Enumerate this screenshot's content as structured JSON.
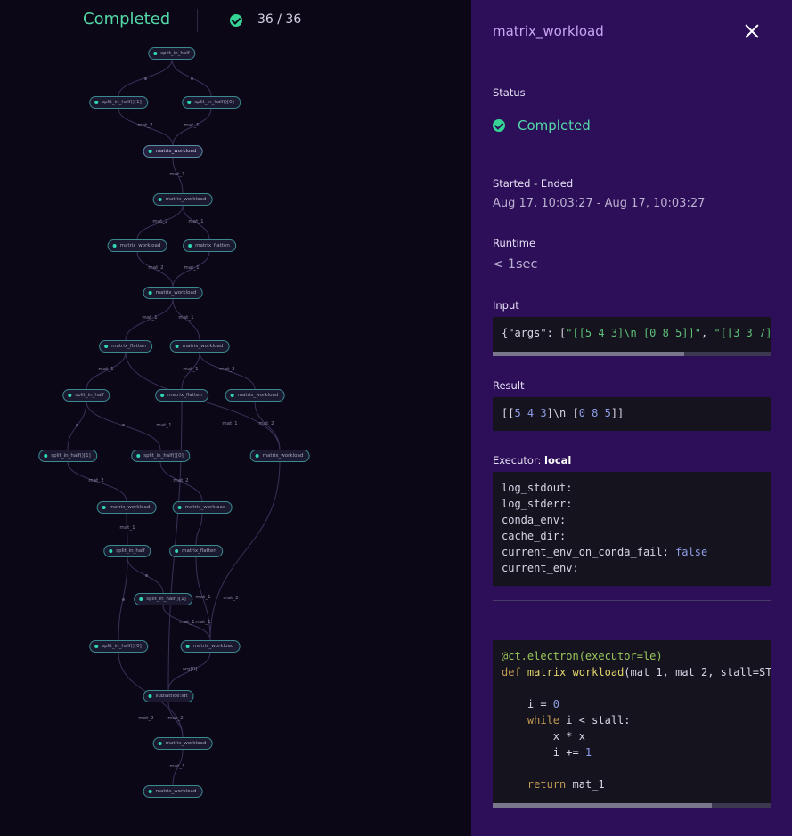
{
  "topbar": {
    "status": "Completed",
    "count": "36 / 36"
  },
  "graph": {
    "nodes": [
      {
        "id": "n1",
        "label": "split_in_half"
      },
      {
        "id": "n2",
        "label": "split_in_half()[1]"
      },
      {
        "id": "n3",
        "label": "split_in_half()[0]"
      },
      {
        "id": "n4",
        "label": "matrix_workload"
      },
      {
        "id": "n5",
        "label": "matrix_workload"
      },
      {
        "id": "n6",
        "label": "matrix_workload"
      },
      {
        "id": "n7",
        "label": "matrix_flatten"
      },
      {
        "id": "n8",
        "label": "matrix_workload"
      },
      {
        "id": "n9",
        "label": "matrix_flatten"
      },
      {
        "id": "n10",
        "label": "matrix_workload"
      },
      {
        "id": "n11",
        "label": "split_in_half"
      },
      {
        "id": "n12",
        "label": "matrix_flatten"
      },
      {
        "id": "n13",
        "label": "matrix_workload"
      },
      {
        "id": "n14",
        "label": "split_in_half()[1]"
      },
      {
        "id": "n15",
        "label": "split_in_half()[0]"
      },
      {
        "id": "n16",
        "label": "matrix_workload"
      },
      {
        "id": "n17",
        "label": "matrix_workload"
      },
      {
        "id": "n18",
        "label": "matrix_workload"
      },
      {
        "id": "n19",
        "label": "split_in_half"
      },
      {
        "id": "n20",
        "label": "matrix_flatten"
      },
      {
        "id": "n21",
        "label": "split_in_half()[1]"
      },
      {
        "id": "n22",
        "label": "split_in_half()[0]"
      },
      {
        "id": "n23",
        "label": "matrix_workload"
      },
      {
        "id": "n24",
        "label": "sublattice:idt"
      },
      {
        "id": "n25",
        "label": "matrix_workload"
      },
      {
        "id": "n26",
        "label": "matrix_workload"
      }
    ],
    "edge_labels": [
      "mat_2",
      "mat_1",
      "mat_1",
      "mat_2",
      "mat_1",
      "mat_2",
      "mat_1",
      "mat_1",
      "mat_1",
      "mat_1",
      "mat_1",
      "mat_2",
      "mat_1",
      "mat_1",
      "mat_2",
      "mat_2",
      "mat_2",
      "mat_1",
      "mat_1",
      "mat_2",
      "mat_1",
      "mat_1",
      "arg[0]",
      "mat_2",
      "mat_2",
      "mat_1"
    ]
  },
  "panel": {
    "title": "matrix_workload",
    "status_label": "Status",
    "status_value": "Completed",
    "started_label": "Started - Ended",
    "started_value": "Aug 17, 10:03:27 - Aug 17, 10:03:27",
    "runtime_label": "Runtime",
    "runtime_value": "< 1sec",
    "input_label": "Input",
    "result_label": "Result",
    "executor_label": "Executor:",
    "executor_value": "local",
    "executor_lines": [
      "log_stdout:",
      "log_stderr:",
      "conda_env:",
      "cache_dir:",
      "current_env_on_conda_fail:",
      "current_env:"
    ],
    "executor_fail_value": "false",
    "code_lines": [
      "@ct.electron(executor=le)",
      "def matrix_workload(mat_1, mat_2, stall=ST",
      "",
      "    i = 0",
      "    while i < stall:",
      "        x * x",
      "        i += 1",
      "",
      "    return mat_1"
    ],
    "input_text": {
      "p1": "{\"args\": [",
      "s1": "\"[[5 4 3]\\n [0 8 5]]\"",
      "p2": ", ",
      "s2": "\"[[3 3 7]"
    },
    "result_text": {
      "p1": "[[",
      "n1": "5 4 3",
      "p2": "]\\n [",
      "n2": "0 8 5",
      "p3": "]]"
    },
    "input_scroll_fraction": 0.69,
    "code_scroll_fraction": 0.79
  },
  "colors": {
    "graph_bg": "#0b0716",
    "panel_bg": "#2c0f58",
    "success": "#35d494",
    "accent": "#c9a4f3"
  }
}
